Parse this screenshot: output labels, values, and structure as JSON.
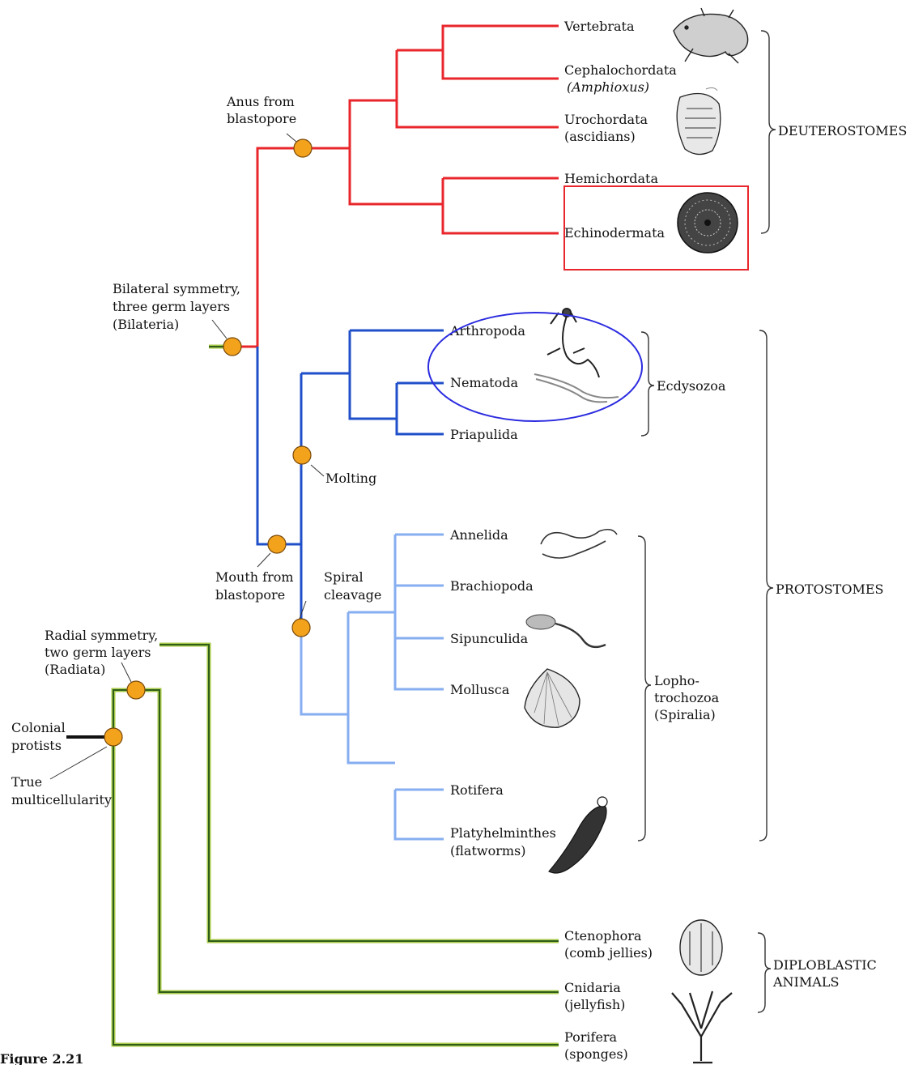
{
  "colors": {
    "deuterostome_branch": "#e8262b",
    "ecdysozoa_branch": "#1f4fc9",
    "lophotrochozoa_branch": "#86aef0",
    "basal_branch": "#2e5e1a",
    "basal_outline": "#a8c94a",
    "node_fill": "#f3a21b",
    "highlight_box": "#e8262b",
    "highlight_ellipse": "#2c2ce0"
  },
  "taxa": {
    "vertebrata": "Vertebrata",
    "cephalochordata": "Cephalochordata",
    "cephalochordata_note": "(Amphioxus)",
    "urochordata": "Urochordata",
    "urochordata_note": "(ascidians)",
    "hemichordata": "Hemichordata",
    "echinodermata": "Echinodermata",
    "arthropoda": "Arthropoda",
    "nematoda": "Nematoda",
    "priapulida": "Priapulida",
    "annelida": "Annelida",
    "brachiopoda": "Brachiopoda",
    "sipunculida": "Sipunculida",
    "mollusca": "Mollusca",
    "rotifera": "Rotifera",
    "platyhelminthes": "Platyhelminthes",
    "platyhelminthes_note": "(flatworms)",
    "ctenophora": "Ctenophora",
    "ctenophora_note": "(comb jellies)",
    "cnidaria": "Cnidaria",
    "cnidaria_note": "(jellyfish)",
    "porifera": "Porifera",
    "porifera_note": "(sponges)"
  },
  "nodes": {
    "anus_1": "Anus from",
    "anus_2": "blastopore",
    "bilateral_1": "Bilateral symmetry,",
    "bilateral_2": "three germ layers",
    "bilateral_3": "(Bilateria)",
    "molting": "Molting",
    "mouth_1": "Mouth from",
    "mouth_2": "blastopore",
    "spiral_1": "Spiral",
    "spiral_2": "cleavage",
    "radial_1": "Radial symmetry,",
    "radial_2": "two germ layers",
    "radial_3": "(Radiata)",
    "colonial_1": "Colonial",
    "colonial_2": "protists",
    "true_1": "True",
    "true_2": "multicellularity"
  },
  "groups": {
    "deuterostomes": "DEUTEROSTOMES",
    "protostomes": "PROTOSTOMES",
    "ecdysozoa": "Ecdysozoa",
    "lopho_1": "Lopho-",
    "lopho_2": "trochozoa",
    "lopho_3": "(Spiralia)",
    "diplo_1": "DIPLOBLASTIC",
    "diplo_2": "ANIMALS"
  },
  "figure_label": "Figure 2.21"
}
